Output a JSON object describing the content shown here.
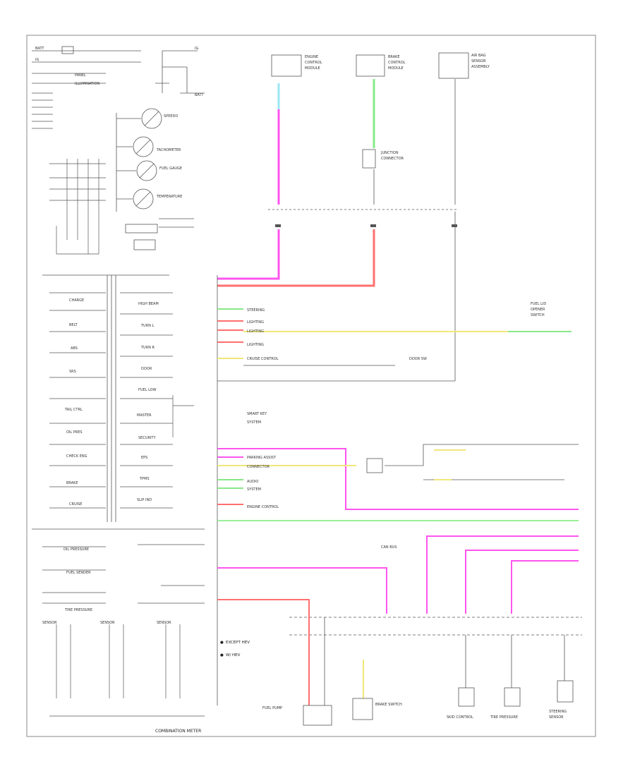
{
  "diagram": {
    "footer_left": "",
    "footer_right": "COMBINATION METER",
    "colors": {
      "pink": "#ff55ee",
      "cyan": "#9be7f2",
      "green": "#88e888",
      "red": "#ff6f6f",
      "yellow": "#f2e77a",
      "lightgreen": "#9af09a",
      "line": "#444444",
      "border": "#888888"
    },
    "legend": [
      {
        "symbol": "●",
        "text": "EXCEPT HEV"
      },
      {
        "symbol": "●",
        "text": "W/ HEV"
      }
    ]
  }
}
